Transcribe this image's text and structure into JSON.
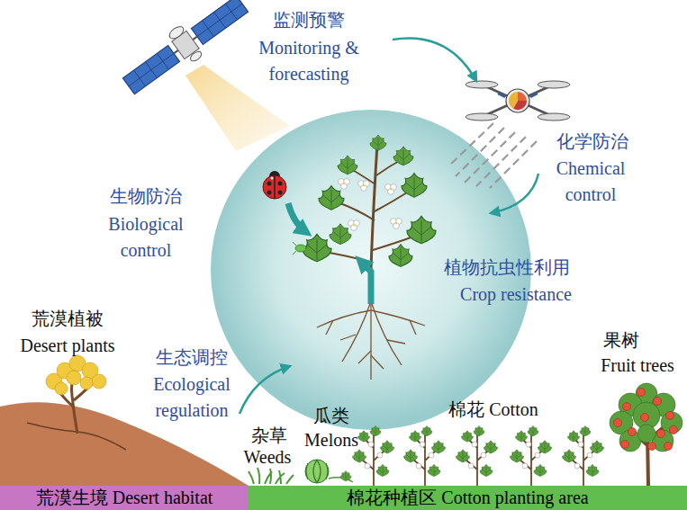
{
  "diagram": {
    "nodes": [
      {
        "text": [
          "荒漠生境 Desert habitat"
        ]
      },
      {
        "text": [
          "棉花种植区 Cotton planting area"
        ]
      }
    ],
    "labels": [
      "监测预警",
      "Monitoring & forecasting",
      "化学防治",
      "Chemical control",
      "生物防治",
      "Biological control",
      "植物抗虫性利用",
      "Crop resistance",
      "生态调控",
      "Ecological regulation",
      "荒漠植被",
      "Desert plants",
      "杂草",
      "Weeds",
      "瓜类",
      "Melons",
      "棉花 Cotton",
      "果树",
      "Fruit trees"
    ]
  }
}
